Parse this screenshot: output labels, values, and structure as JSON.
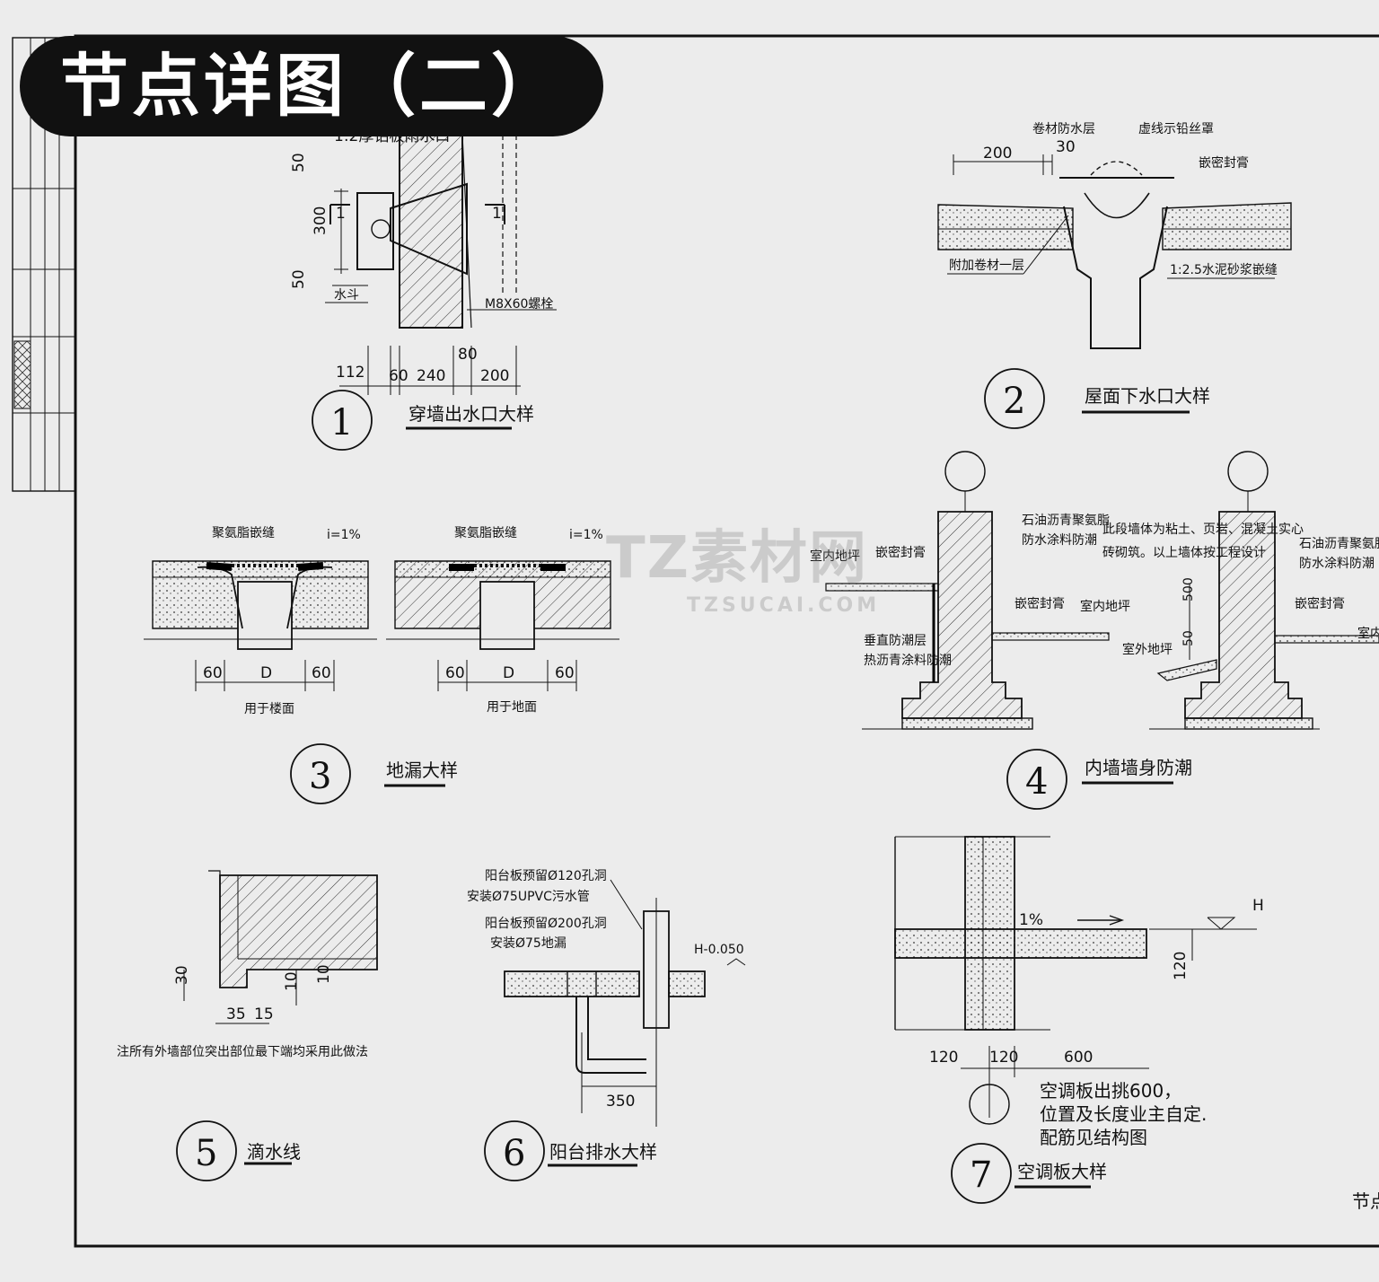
{
  "title": "节点详图（二）",
  "watermark": {
    "main": "TZ素材网",
    "sub": "TZSUCAI.COM"
  },
  "details": {
    "d1": {
      "number": "1",
      "caption": "穿墙出水口大样",
      "labels": {
        "top_note": "1:2厚铝板雨水口",
        "water_hopper": "水斗",
        "bolt": "M8X60螺栓",
        "section": "1"
      },
      "dims": {
        "v1": "50",
        "v2": "300",
        "v3": "50",
        "h1": "112",
        "h2": "60",
        "h3": "240",
        "h4": "80",
        "h5": "200"
      }
    },
    "d2": {
      "number": "2",
      "caption": "屋面下水口大样",
      "labels": {
        "membrane": "卷材防水层",
        "mesh": "虚线示铅丝罩",
        "sealant": "嵌密封膏",
        "extra": "附加卷材一层",
        "mortar": "1:2.5水泥砂浆嵌缝"
      },
      "dims": {
        "a": "200",
        "b": "30"
      }
    },
    "d3": {
      "number": "3",
      "caption": "地漏大样",
      "labels": {
        "joint_left": "聚氨脂嵌缝",
        "slope_left": "i=1%",
        "joint_right": "聚氨脂嵌缝",
        "slope_right": "i=1%",
        "use_floor": "用于楼面",
        "use_ground": "用于地面"
      },
      "dims": {
        "l1": "60",
        "l2": "D",
        "l3": "60",
        "r1": "60",
        "r2": "D",
        "r3": "60"
      }
    },
    "d4": {
      "number": "4",
      "caption": "内墙墙身防潮",
      "labels": {
        "coating_left": "石油沥青聚氨脂",
        "coating_left2": "防水涂料防潮",
        "indoor_floor": "室内地坪",
        "sealant": "嵌密封膏",
        "vertical_layer": "垂直防潮层",
        "hot_asphalt": "热沥青涂料防潮",
        "sealant2": "嵌密封膏",
        "indoor_floor2": "室内地坪",
        "outdoor": "室外地坪",
        "note1": "此段墙体为粘土、页岩、混凝土实心",
        "note2": "砖砌筑。以上墙体按工程设计",
        "coating_right": "石油沥青聚氨脂",
        "coating_right2": "防水涂料防潮",
        "sealant3": "嵌密封膏",
        "indoor_right": "室内"
      },
      "dims": {
        "h": "500",
        "s": "50"
      }
    },
    "d5": {
      "number": "5",
      "caption": "滴水线",
      "labels": {
        "note": "注所有外墙部位突出部位最下端均采用此做法"
      },
      "dims": {
        "v": "30",
        "a": "35",
        "b": "15",
        "c": "10",
        "d": "10"
      }
    },
    "d6": {
      "number": "6",
      "caption": "阳台排水大样",
      "labels": {
        "l1": "阳台板预留Ø120孔洞",
        "l2": "安装Ø75UPVC污水管",
        "l3": "阳台板预留Ø200孔洞",
        "l4": "安装Ø75地漏",
        "level": "H-0.050"
      },
      "dims": {
        "w": "350"
      }
    },
    "d7": {
      "number": "7",
      "caption": "空调板大样",
      "labels": {
        "slope": "1%",
        "level": "H",
        "note1": "空调板出挑600，",
        "note2": "位置及长度业主自定.",
        "note3": "配筋见结构图"
      },
      "dims": {
        "t": "120",
        "a": "120",
        "b": "120",
        "c": "600"
      }
    }
  },
  "edge_text": "节点"
}
